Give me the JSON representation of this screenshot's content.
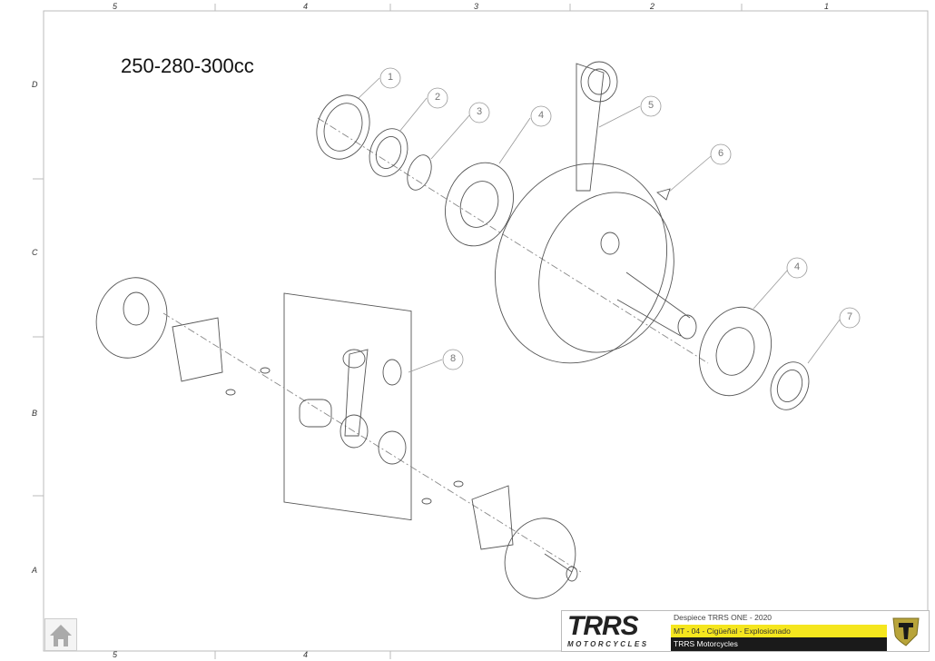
{
  "drawing": {
    "title": "250-280-300cc",
    "zones_top": [
      "5",
      "4",
      "3",
      "2",
      "1"
    ],
    "zones_bottom": [
      "5",
      "4"
    ],
    "zones_side": [
      "D",
      "C",
      "B",
      "A"
    ],
    "callouts": [
      "1",
      "2",
      "3",
      "4",
      "5",
      "6",
      "4",
      "7",
      "8"
    ]
  },
  "title_block": {
    "logo_text": "TRRS",
    "logo_sub": "MOTORCYCLES",
    "line1": "Despiece TRRS ONE - 2020",
    "line2": "MT - 04 - Cigüeñal - Explosionado",
    "line3": "TRRS Motorcycles",
    "accent": "#f5e61e",
    "dark": "#1a1a1a"
  },
  "nav": {
    "home_icon": "home-icon"
  }
}
